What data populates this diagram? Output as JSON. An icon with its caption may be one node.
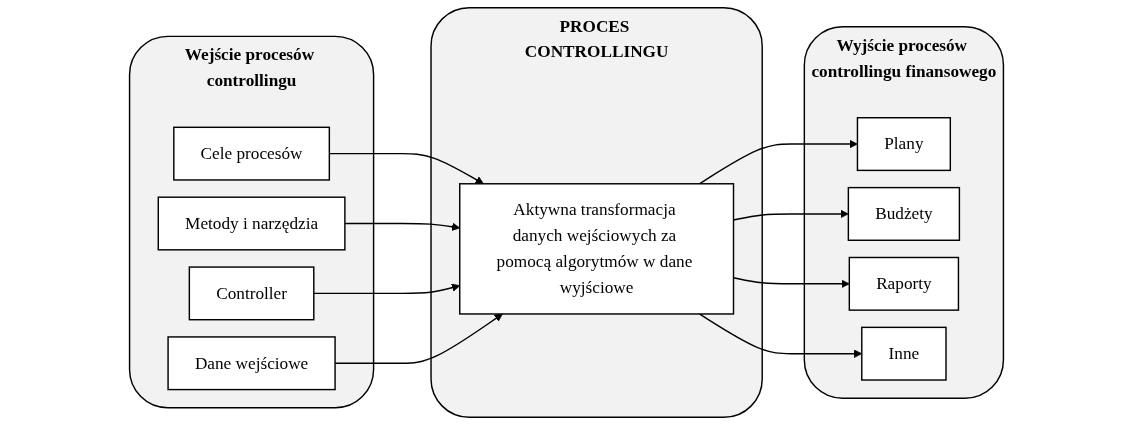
{
  "diagram": {
    "nodes": [
      {
        "text": [
          "Wejście procesów controllingu"
        ]
      },
      {
        "text": [
          "Cele procesów"
        ],
        "in": 0
      },
      {
        "text": [
          "Metody i narzędzia"
        ],
        "in": 0
      },
      {
        "text": [
          "Controller"
        ],
        "in": 0
      },
      {
        "text": [
          "Dane wejściowe"
        ],
        "in": 0
      },
      {
        "text": [
          "PROCES CONTROLLINGU"
        ]
      },
      {
        "text": [
          "Aktywna transformacja danych wejściowych za pomocą algorytmów w dane wyjściowe"
        ],
        "in": 5
      },
      {
        "text": [
          "Wyjście procesów controllingu finansowego"
        ]
      },
      {
        "text": [
          "Plany"
        ],
        "in": 7
      },
      {
        "text": [
          "Budżety"
        ],
        "in": 7
      },
      {
        "text": [
          "Raporty"
        ],
        "in": 7
      },
      {
        "text": [
          "Inne"
        ],
        "in": 7
      }
    ],
    "edges": [
      {
        "from": 1,
        "to": 6,
        "arrow": "to"
      },
      {
        "from": 2,
        "to": 6,
        "arrow": "to"
      },
      {
        "from": 3,
        "to": 6,
        "arrow": "to"
      },
      {
        "from": 4,
        "to": 6,
        "arrow": "to"
      },
      {
        "from": 6,
        "to": 8,
        "arrow": "to"
      },
      {
        "from": 6,
        "to": 9,
        "arrow": "to"
      },
      {
        "from": 6,
        "to": 10,
        "arrow": "to"
      },
      {
        "from": 6,
        "to": 11,
        "arrow": "to"
      }
    ]
  }
}
